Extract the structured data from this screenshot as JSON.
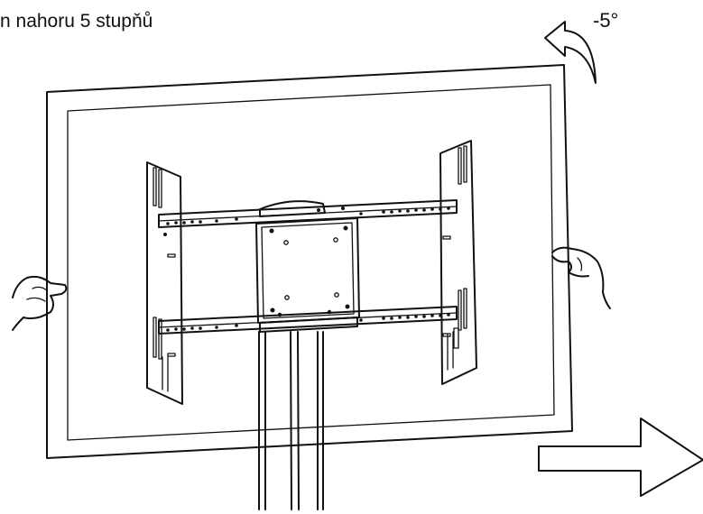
{
  "caption": "n nahoru 5 stupňů",
  "angle_label": "-5°",
  "icons": {
    "rotate": "curved-arrow-counterclockwise",
    "direction": "block-arrow-right",
    "hands": "holding-hands"
  }
}
